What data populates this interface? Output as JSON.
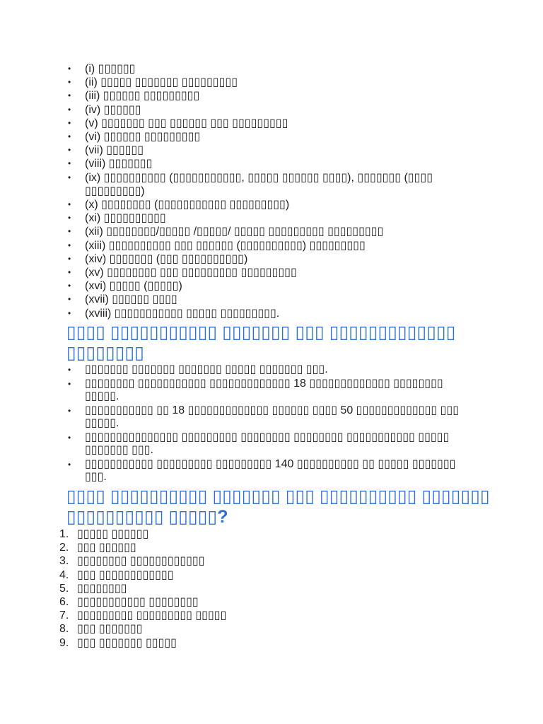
{
  "list_a": [
    "(i) ▯▯▯▯▯▯",
    "(ii) ▯▯▯▯▯ ▯▯▯▯▯▯▯ ▯▯▯▯▯▯▯▯▯",
    "(iii) ▯▯▯▯▯▯ ▯▯▯▯▯▯▯▯▯",
    "(iv) ▯▯▯▯▯▯",
    "(v) ▯▯▯▯▯▯▯ ▯▯▯ ▯▯▯▯▯▯ ▯▯▯ ▯▯▯▯▯▯▯▯▯",
    "(vi) ▯▯▯▯▯▯ ▯▯▯▯▯▯▯▯▯",
    "(vii) ▯▯▯▯▯▯",
    "(viii) ▯▯▯▯▯▯▯",
    "(ix) ▯▯▯▯▯▯▯▯▯▯ (▯▯▯▯▯▯▯▯▯▯▯, ▯▯▯▯▯ ▯▯▯▯▯▯ ▯▯▯▯), ▯▯▯▯▯▯▯ (▯▯▯▯ ▯▯▯▯▯▯▯▯▯)",
    "(x) ▯▯▯▯▯▯▯▯ (▯▯▯▯▯▯▯▯▯▯▯ ▯▯▯▯▯▯▯▯▯)",
    "(xi) ▯▯▯▯▯▯▯▯▯▯",
    "(xii) ▯▯▯▯▯▯▯▯/▯▯▯▯▯ /▯▯▯▯▯/ ▯▯▯▯▯ ▯▯▯▯▯▯▯▯▯ ▯▯▯▯▯▯▯▯▯",
    "(xiii) ▯▯▯▯▯▯▯▯▯▯ ▯▯▯ ▯▯▯▯▯▯ (▯▯▯▯▯▯▯▯▯▯) ▯▯▯▯▯▯▯▯▯",
    "(xiv) ▯▯▯▯▯▯▯ (▯▯▯ ▯▯▯▯▯▯▯▯▯▯)",
    "(xv) ▯▯▯▯▯▯▯▯ ▯▯▯ ▯▯▯▯▯▯▯▯▯ ▯▯▯▯▯▯▯▯▯",
    "(xvi) ▯▯▯▯▯ (▯▯▯▯▯)",
    "(xvii) ▯▯▯▯▯▯ ▯▯▯▯",
    "(xviii) ▯▯▯▯▯▯▯▯▯▯▯ ▯▯▯▯▯ ▯▯▯▯▯▯▯▯▯."
  ],
  "heading_1": "▯▯▯▯ ▯▯▯▯▯▯▯▯▯▯▯ ▯▯▯▯▯▯▯ ▯▯▯ ▯▯▯▯▯▯▯▯▯▯▯▯▯ ▯▯▯▯▯▯▯▯",
  "list_b": [
    "▯▯▯▯▯▯▯ ▯▯▯▯▯▯▯ ▯▯▯▯▯▯▯ ▯▯▯▯▯ ▯▯▯▯▯▯▯ ▯▯▯.",
    "▯▯▯▯▯▯▯▯ ▯▯▯▯▯▯▯▯▯▯▯ ▯▯▯▯▯▯▯▯▯▯▯▯▯ 18 ▯▯▯▯▯▯▯▯▯▯▯▯▯ ▯▯▯▯▯▯▯▯ ▯▯▯▯▯.",
    "▯▯▯▯▯▯▯▯▯▯▯ ▯▯ 18 ▯▯▯▯▯▯▯▯▯▯▯▯▯ ▯▯▯▯▯▯ ▯▯▯▯ 50 ▯▯▯▯▯▯▯▯▯▯▯▯▯ ▯▯▯ ▯▯▯▯▯.",
    "▯▯▯▯▯▯▯▯▯▯▯▯▯▯▯ ▯▯▯▯▯▯▯▯▯ ▯▯▯▯▯▯▯▯ ▯▯▯▯▯▯▯▯ ▯▯▯▯▯▯▯▯▯▯▯ ▯▯▯▯▯ ▯▯▯▯▯▯▯ ▯▯▯.",
    "▯▯▯▯▯▯▯▯▯▯▯ ▯▯▯▯▯▯▯▯▯ ▯▯▯▯▯▯▯▯▯ 140 ▯▯▯▯▯▯▯▯▯▯ ▯▯ ▯▯▯▯▯ ▯▯▯▯▯▯▯ ▯▯▯."
  ],
  "heading_2": "▯▯▯▯ ▯▯▯▯▯▯▯▯▯▯ ▯▯▯▯▯▯▯ ▯▯▯ ▯▯▯▯▯▯▯▯▯▯ ▯▯▯▯▯▯▯ ▯▯▯▯▯▯▯▯▯▯ ▯▯▯▯▯?",
  "list_c": [
    {
      "num": "1.",
      "text": "▯▯▯▯▯ ▯▯▯▯▯▯"
    },
    {
      "num": "2.",
      "text": "▯▯▯ ▯▯▯▯▯▯"
    },
    {
      "num": "3.",
      "text": "▯▯▯▯▯▯▯▯ ▯▯▯▯▯▯▯▯▯▯▯▯"
    },
    {
      "num": "4.",
      "text": "▯▯▯ ▯▯▯▯▯▯▯▯▯▯▯▯"
    },
    {
      "num": "5.",
      "text": "▯▯▯▯▯▯▯▯"
    },
    {
      "num": "6.",
      "text": "▯▯▯▯▯▯▯▯▯▯▯ ▯▯▯▯▯▯▯▯"
    },
    {
      "num": "7.",
      "text": "▯▯▯▯▯▯▯▯▯ ▯▯▯▯▯▯▯▯▯ ▯▯▯▯▯"
    },
    {
      "num": "8.",
      "text": "▯▯▯ ▯▯▯▯▯▯▯"
    },
    {
      "num": "9.",
      "text": "▯▯▯ ▯▯▯▯▯▯▯ ▯▯▯▯▯"
    }
  ],
  "colors": {
    "heading": "#2f6fd4",
    "text": "#202124"
  }
}
